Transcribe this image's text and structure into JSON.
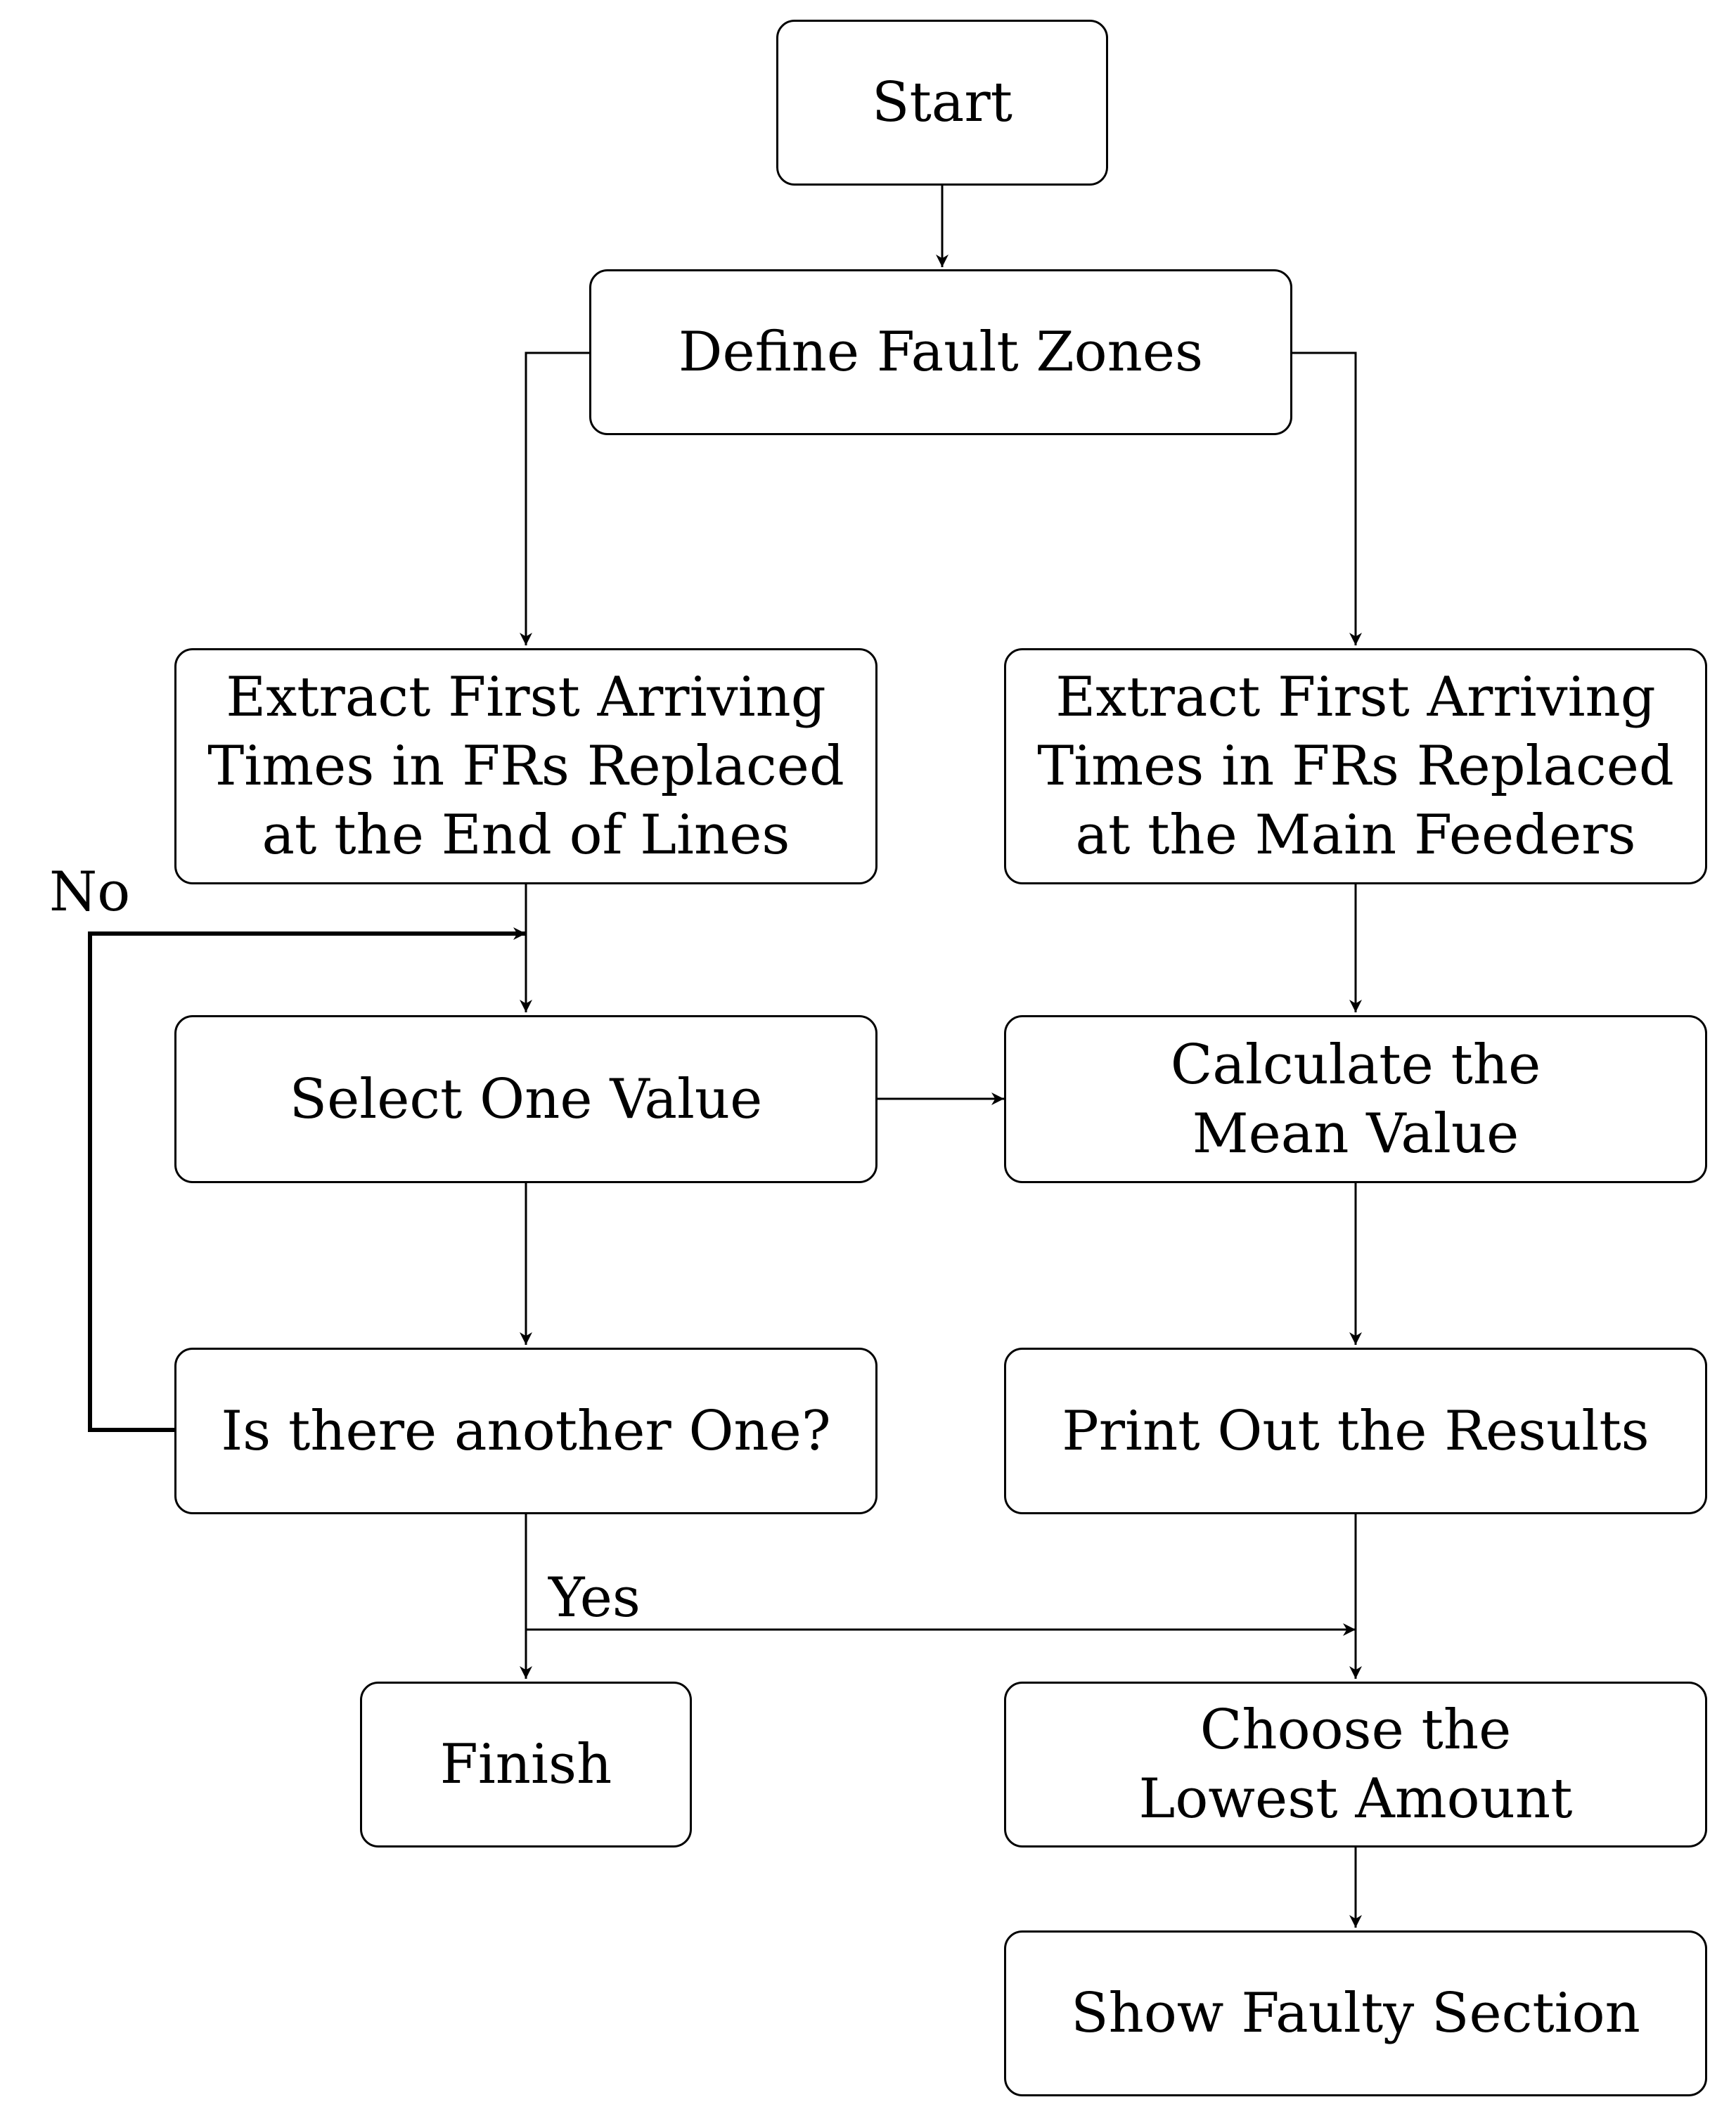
{
  "nodes": {
    "start": "Start",
    "define": "Define Fault Zones",
    "extract_end": "Extract First Arriving\nTimes in FRs Replaced\nat the End of Lines",
    "extract_main": "Extract First Arriving\nTimes in FRs Replaced\nat the Main Feeders",
    "select": "Select One Value",
    "mean": "Calculate the\nMean Value",
    "another": "Is there another One?",
    "print": "Print Out the Results",
    "finish": "Finish",
    "lowest": "Choose the\nLowest Amount",
    "show": "Show Faulty Section"
  },
  "labels": {
    "no": "No",
    "yes": "Yes"
  }
}
